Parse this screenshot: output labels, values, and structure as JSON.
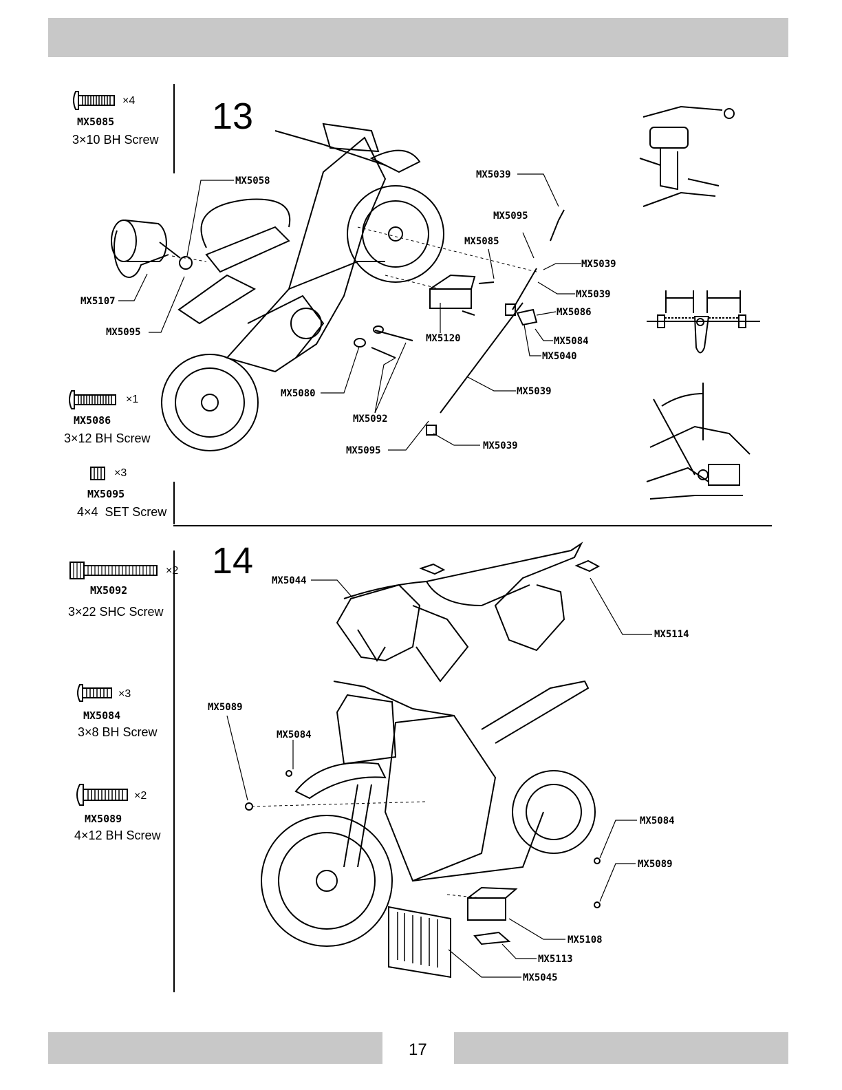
{
  "page_number": "17",
  "step13": {
    "number": "13",
    "hardware": [
      {
        "code": "MX5085",
        "desc": "3×10 BH Screw",
        "qty": "×4"
      },
      {
        "code": "MX5086",
        "desc": "3×12 BH Screw",
        "qty": "×1"
      },
      {
        "code": "MX5095",
        "desc": "4×4  SET Screw",
        "qty": "×3"
      }
    ],
    "callouts": {
      "c5058": "MX5058",
      "c5107": "MX5107",
      "c5095a": "MX5095",
      "c5039a": "MX5039",
      "c5095b": "MX5095",
      "c5085": "MX5085",
      "c5039b": "MX5039",
      "c5039c": "MX5039",
      "c5086": "MX5086",
      "c5084": "MX5084",
      "c5040": "MX5040",
      "c5120": "MX5120",
      "c5080": "MX5080",
      "c5092": "MX5092",
      "c5039d": "MX5039",
      "c5095c": "MX5095",
      "c5039e": "MX5039"
    }
  },
  "step14": {
    "number": "14",
    "hardware": [
      {
        "code": "MX5092",
        "desc": "3×22 SHC Screw",
        "qty": "×2"
      },
      {
        "code": "MX5084",
        "desc": "3×8 BH Screw",
        "qty": "×3"
      },
      {
        "code": "MX5089",
        "desc": "4×12 BH Screw",
        "qty": "×2"
      }
    ],
    "callouts": {
      "c5044": "MX5044",
      "c5114": "MX5114",
      "c5089a": "MX5089",
      "c5084a": "MX5084",
      "c5084b": "MX5084",
      "c5089b": "MX5089",
      "c5108": "MX5108",
      "c5113": "MX5113",
      "c5045": "MX5045"
    }
  }
}
